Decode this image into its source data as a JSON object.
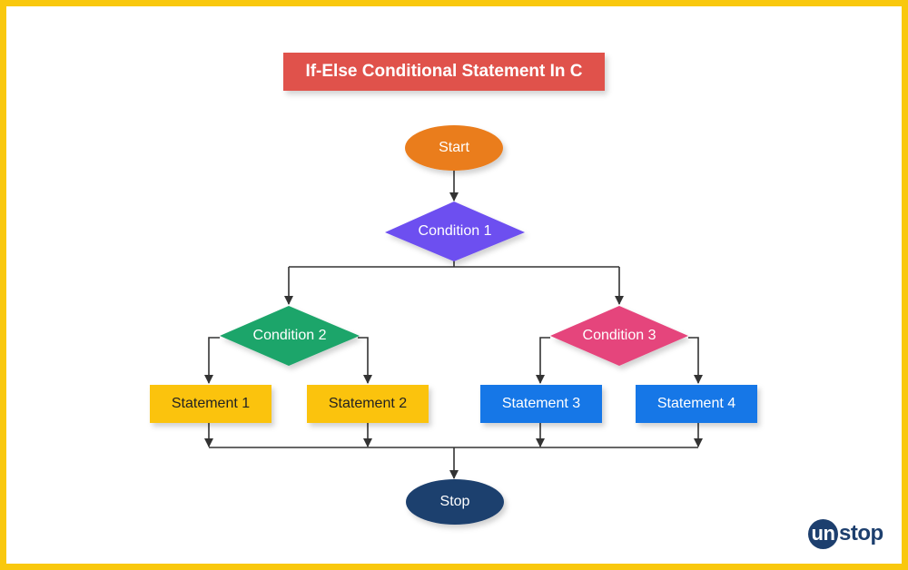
{
  "title": "If-Else Conditional Statement In C",
  "nodes": {
    "start": "Start",
    "condition1": "Condition 1",
    "condition2": "Condition 2",
    "condition3": "Condition 3",
    "statement1": "Statement 1",
    "statement2": "Statement 2",
    "statement3": "Statement 3",
    "statement4": "Statement 4",
    "stop": "Stop"
  },
  "logo": {
    "badge": "un",
    "rest": "stop"
  },
  "colors": {
    "border": "#f9c80e",
    "title_bg": "#e0524b",
    "start": "#ea7d1e",
    "condition1": "#6d4ff0",
    "condition2": "#1ea56b",
    "condition3": "#e5447b",
    "statement_yellow": "#fbc30b",
    "statement_blue": "#1677e7",
    "stop": "#1d3f6e"
  }
}
